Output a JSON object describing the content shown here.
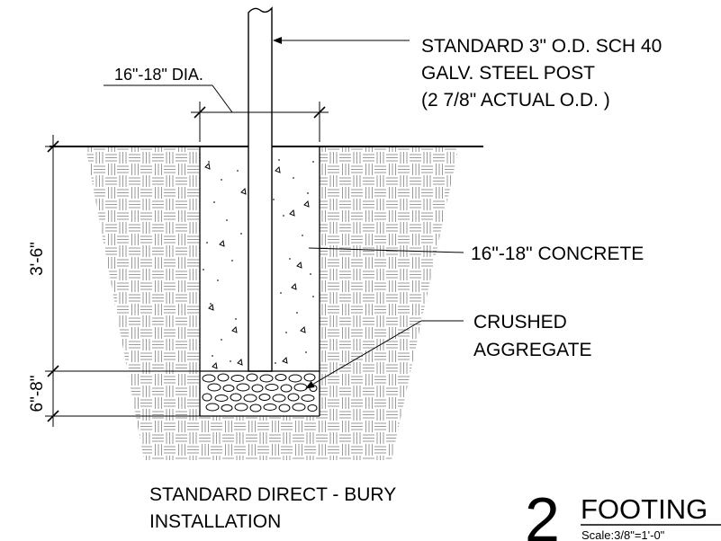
{
  "post_label": {
    "line1": "STANDARD 3\" O.D. SCH 40",
    "line2": "GALV. STEEL POST",
    "line3": "(2 7/8\" ACTUAL O.D. )"
  },
  "hole_diameter_label": "16\"-18\" DIA.",
  "concrete_label": "16\"-18\" CONCRETE",
  "aggregate_label": {
    "line1": "CRUSHED",
    "line2": "AGGREGATE"
  },
  "depth_dimension": "3'-6\"",
  "base_dimension": "6\"-8\"",
  "caption": {
    "line1": "STANDARD DIRECT - BURY",
    "line2": "INSTALLATION"
  },
  "detail": {
    "number": "2",
    "title": "FOOTING",
    "scale": "Scale:3/8\"=1'-0\""
  }
}
